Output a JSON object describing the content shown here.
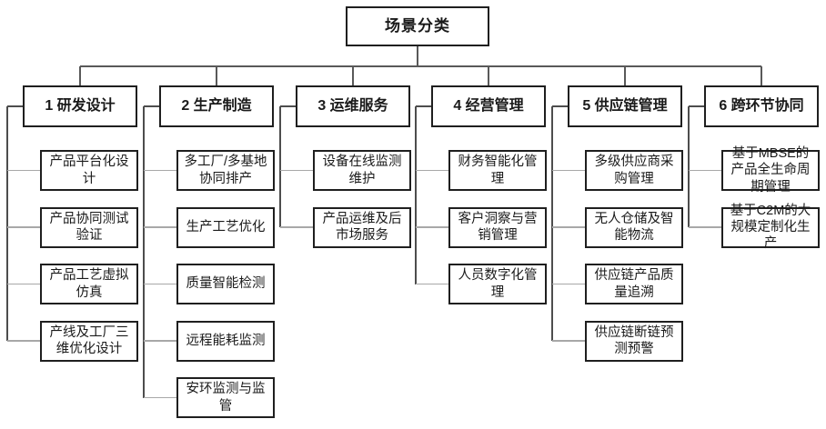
{
  "diagram": {
    "root": "场景分类",
    "columns": [
      {
        "title": "1 研发设计",
        "children": [
          "产品平台化设计",
          "产品协同测试验证",
          "产品工艺虚拟仿真",
          "产线及工厂三维优化设计"
        ]
      },
      {
        "title": "2 生产制造",
        "children": [
          "多工厂/多基地协同排产",
          "生产工艺优化",
          "质量智能检测",
          "远程能耗监测",
          "安环监测与监管"
        ]
      },
      {
        "title": "3 运维服务",
        "children": [
          "设备在线监测维护",
          "产品运维及后市场服务"
        ]
      },
      {
        "title": "4 经营管理",
        "children": [
          "财务智能化管理",
          "客户洞察与营销管理",
          "人员数字化管理"
        ]
      },
      {
        "title": "5 供应链管理",
        "children": [
          "多级供应商采购管理",
          "无人仓储及智能物流",
          "供应链产品质量追溯",
          "供应链断链预测预警"
        ]
      },
      {
        "title": "6 跨环节协同",
        "children": [
          "基于MBSE的产品全生命周期管理",
          "基于C2M的大规模定制化生产"
        ]
      }
    ],
    "colors": {
      "background": "#ffffff",
      "box_border": "#1f1f1f",
      "text": "#1a1a1a",
      "connector_dark": "#595959",
      "connector_light": "#a8a8a8"
    }
  }
}
